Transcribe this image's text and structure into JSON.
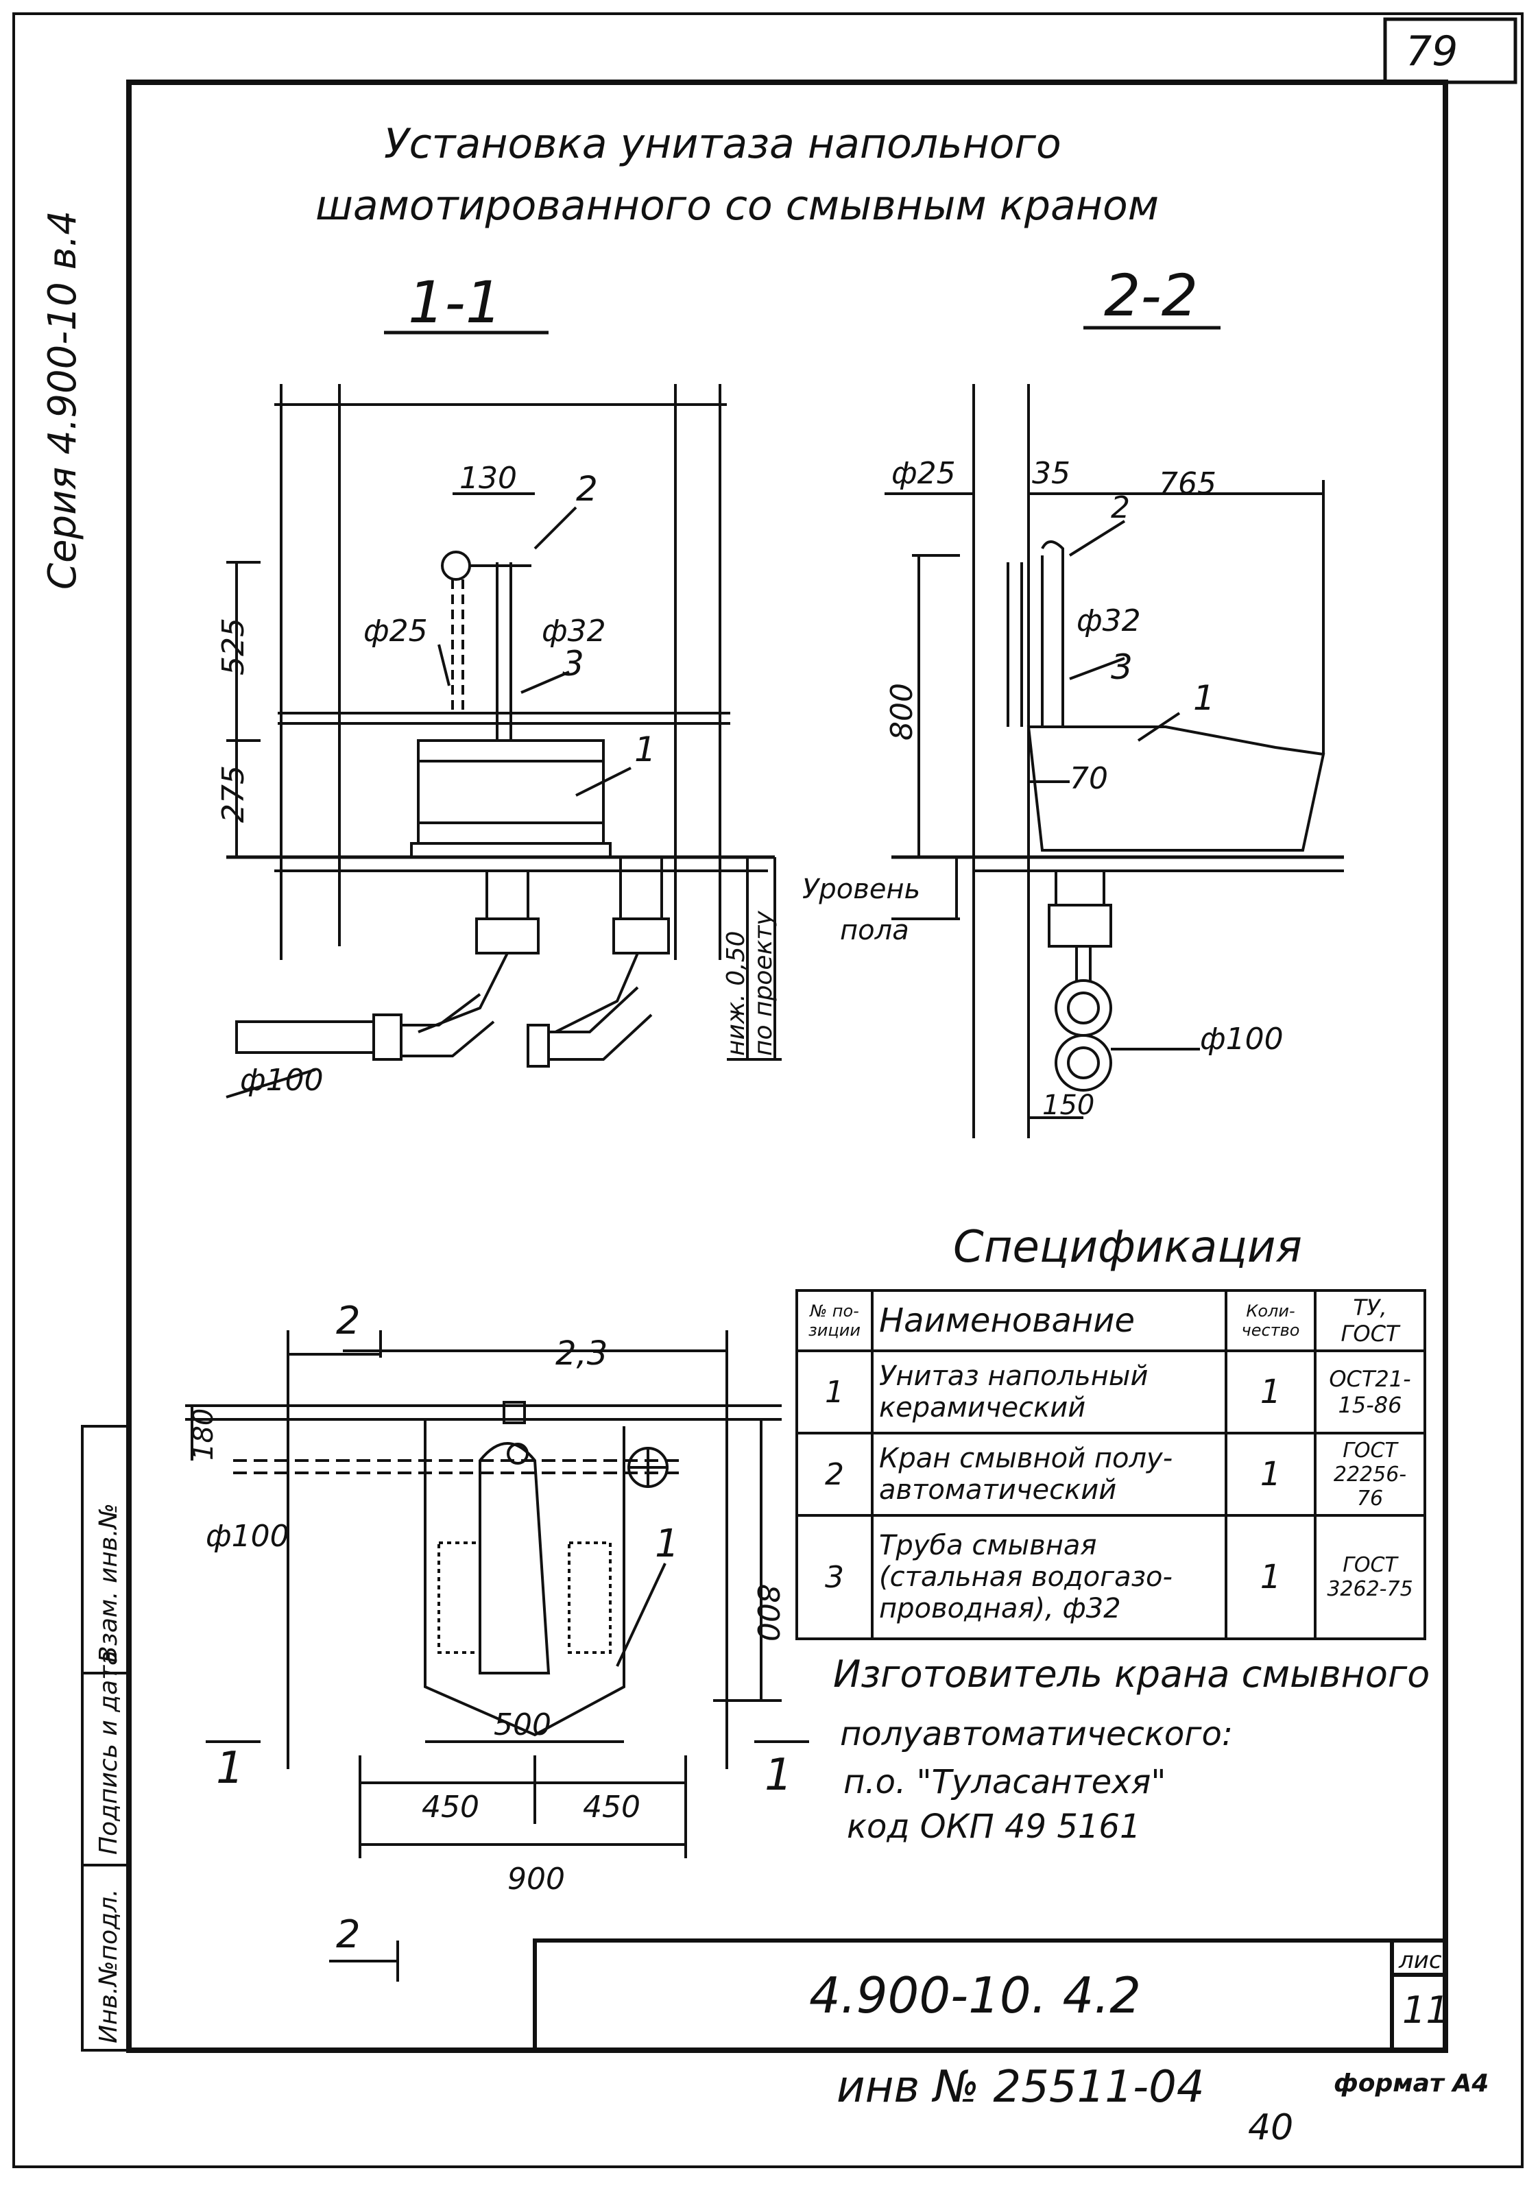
{
  "sheet_number": "79",
  "series_label": "Серия 4.900-10 в.4",
  "title": {
    "line1": "Установка унитаза напольного",
    "line2": "шамотированного со смывным краном"
  },
  "section_1_label": "1-1",
  "section_2_label": "2-2",
  "section_1_dims": {
    "d130": "130",
    "d525": "525",
    "d275": "275",
    "pos2": "2",
    "pos3": "3",
    "pos1": "1",
    "phi25": "ф25",
    "phi32": "ф32",
    "phi100": "ф100",
    "level_note": "по проекту",
    "level_mark": "ниж. 0,50"
  },
  "section_2_dims": {
    "phi25": "ф25",
    "d35": "35",
    "d765": "765",
    "pos2": "2",
    "phi32": "ф32",
    "pos3": "3",
    "pos1": "1",
    "d800": "800",
    "d70": "70",
    "floor_level_1": "Уровень",
    "floor_level_2": "пола",
    "phi100": "ф100",
    "d150": "150"
  },
  "plan_dims": {
    "sec2_top": "2",
    "sec2_bottom": "2",
    "pos23": "2,3",
    "d180": "180",
    "phi100": "ф100",
    "d800": "800",
    "pos1": "1",
    "d500": "500",
    "d450a": "450",
    "d450b": "450",
    "d900": "900",
    "sec1_left": "1",
    "sec1_right": "1"
  },
  "spec": {
    "title": "Спецификация",
    "headers": [
      "№ по-зиции",
      "Наименование",
      "Коли-чество",
      "ТУ, ГОСТ"
    ],
    "rows": [
      {
        "pos": "1",
        "name": "Унитаз напольный керамический",
        "qty": "1",
        "std": "ОСТ21-15-86"
      },
      {
        "pos": "2",
        "name": "Кран смывной полу-автоматический",
        "qty": "1",
        "std": "ГОСТ 22256-76"
      },
      {
        "pos": "3",
        "name": "Труба смывная (стальная водогазо-проводная), ф32",
        "qty": "1",
        "std": "ГОСТ 3262-75"
      }
    ]
  },
  "manufacturer": {
    "line1": "Изготовитель крана смывного",
    "line2": "полуавтоматического:",
    "line3": "п.о. \"Туласантехя\"",
    "line4": "код ОКП 49 5161"
  },
  "side_stamps": [
    "Инв.№подл.",
    "Подпись и дата",
    "Взам. инв.№"
  ],
  "title_block": {
    "code": "4.900-10. 4.2",
    "sheet_label": "лис",
    "sheet_no": "11"
  },
  "footer": {
    "inventory": "инв № 25511-04",
    "sub": "40",
    "format": "формат А4"
  }
}
